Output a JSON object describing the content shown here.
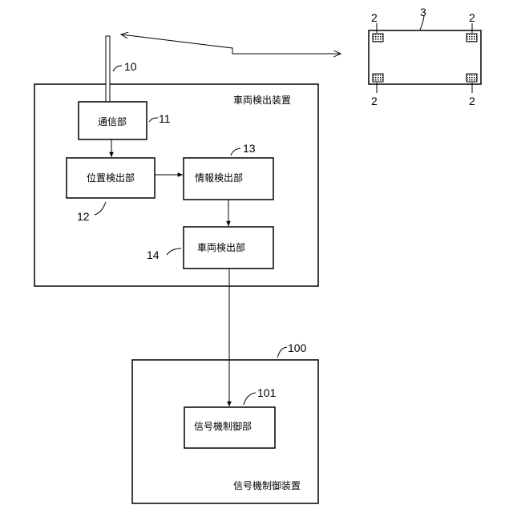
{
  "vehicle_detection_device": {
    "title": "車両検出装置",
    "ref": "10",
    "communication_unit": {
      "label": "通信部",
      "ref": "11"
    },
    "position_detection_unit": {
      "label": "位置検出部",
      "ref": "12"
    },
    "information_detection_unit": {
      "label": "情報検出部",
      "ref": "13"
    },
    "vehicle_detection_unit": {
      "label": "車両検出部",
      "ref": "14"
    }
  },
  "signal_control_device": {
    "title": "信号機制御装置",
    "ref": "100",
    "signal_control_unit": {
      "label": "信号機制御部",
      "ref": "101"
    }
  },
  "vehicle": {
    "ref": "3",
    "tag_refs": [
      "2",
      "2",
      "2",
      "2"
    ]
  }
}
